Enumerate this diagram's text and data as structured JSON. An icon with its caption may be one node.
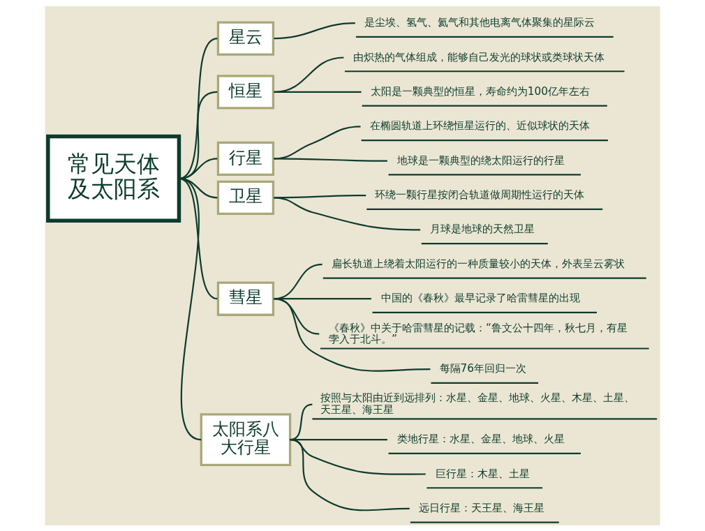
{
  "diagram": {
    "nodes": [
      {
        "text": [
          "常见天体及太阳系"
        ]
      },
      {
        "text": [
          "星云"
        ]
      },
      {
        "text": [
          "是尘埃、氢气、氦气和其他电离气体聚集的星际云"
        ]
      },
      {
        "text": [
          "恒星"
        ]
      },
      {
        "text": [
          "由炽热的气体组成，能够自己发光的球状或类球状天体"
        ]
      },
      {
        "text": [
          "太阳是一颗典型的恒星，寿命约为100亿年左右"
        ]
      },
      {
        "text": [
          "行星"
        ]
      },
      {
        "text": [
          "在椭圆轨道上环绕恒星运行的、近似球状的天体"
        ]
      },
      {
        "text": [
          "地球是一颗典型的绕太阳运行的行星"
        ]
      },
      {
        "text": [
          "卫星"
        ]
      },
      {
        "text": [
          "环绕一颗行星按闭合轨道做周期性运行的天体"
        ]
      },
      {
        "text": [
          "月球是地球的天然卫星"
        ]
      },
      {
        "text": [
          "彗星"
        ]
      },
      {
        "text": [
          "扁长轨道上绕着太阳运行的一种质量较小的天体，外表呈云雾状"
        ]
      },
      {
        "text": [
          "中国的《春秋》最早记录了哈雷彗星的出现"
        ]
      },
      {
        "text": [
          "《春秋》中关于哈雷彗星的记载：“鲁文公十四年，秋七月，有星孛入于北斗。”"
        ]
      },
      {
        "text": [
          "每隔76年回归一次"
        ]
      },
      {
        "text": [
          "太阳系八大行星"
        ]
      },
      {
        "text": [
          "按照与太阳由近到远排列：水星、金星、地球、火星、木星、土星、天王星、海王星"
        ]
      },
      {
        "text": [
          "类地行星：水星、金星、地球、火星"
        ]
      },
      {
        "text": [
          "巨行星：木星、土星"
        ]
      },
      {
        "text": [
          "远日行星：天王星、海王星"
        ]
      }
    ],
    "edges": [
      {
        "from": 0,
        "to": 1,
        "arrow": "none"
      },
      {
        "from": 1,
        "to": 2,
        "arrow": "none"
      },
      {
        "from": 0,
        "to": 3,
        "arrow": "none"
      },
      {
        "from": 3,
        "to": 4,
        "arrow": "none"
      },
      {
        "from": 3,
        "to": 5,
        "arrow": "none"
      },
      {
        "from": 0,
        "to": 6,
        "arrow": "none"
      },
      {
        "from": 6,
        "to": 7,
        "arrow": "none"
      },
      {
        "from": 6,
        "to": 8,
        "arrow": "none"
      },
      {
        "from": 0,
        "to": 9,
        "arrow": "none"
      },
      {
        "from": 9,
        "to": 10,
        "arrow": "none"
      },
      {
        "from": 9,
        "to": 11,
        "arrow": "none"
      },
      {
        "from": 0,
        "to": 12,
        "arrow": "none"
      },
      {
        "from": 12,
        "to": 13,
        "arrow": "none"
      },
      {
        "from": 12,
        "to": 14,
        "arrow": "none"
      },
      {
        "from": 12,
        "to": 15,
        "arrow": "none"
      },
      {
        "from": 12,
        "to": 16,
        "arrow": "none"
      },
      {
        "from": 0,
        "to": 17,
        "arrow": "none"
      },
      {
        "from": 17,
        "to": 18,
        "arrow": "none"
      },
      {
        "from": 17,
        "to": 19,
        "arrow": "none"
      },
      {
        "from": 17,
        "to": 20,
        "arrow": "none"
      },
      {
        "from": 17,
        "to": 21,
        "arrow": "none"
      }
    ]
  }
}
